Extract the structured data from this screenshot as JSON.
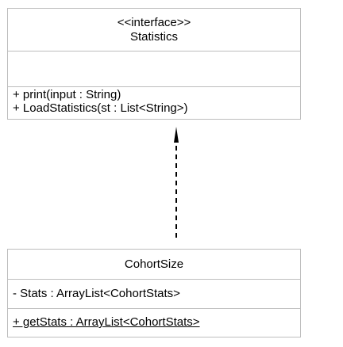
{
  "interface": {
    "stereotype": "<<interface>>",
    "name": "Statistics",
    "attributes": [],
    "operations": [
      "+ print(input : String)",
      "+ LoadStatistics(st : List<String>)"
    ]
  },
  "class": {
    "name": "CohortSize",
    "attributes": [
      "- Stats : ArrayList<CohortStats>"
    ],
    "operations": [
      "+ getStats : ArrayList<CohortStats>"
    ]
  },
  "relationship": {
    "type": "realization",
    "from": "CohortSize",
    "to": "Statistics",
    "line_style": "dashed",
    "color": "#000000"
  },
  "colors": {
    "border": "#bdbdbd",
    "background": "#ffffff",
    "text": "#000000"
  }
}
